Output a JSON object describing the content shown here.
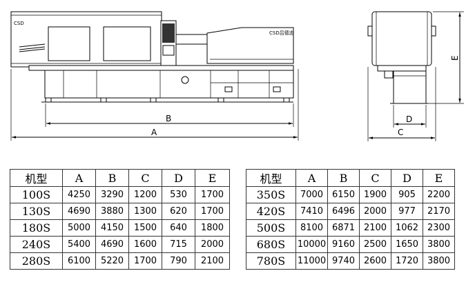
{
  "drawing": {
    "machine_logo": "CSD",
    "injection_unit_logo": "CSD吕德志",
    "dimension_labels": {
      "a": "A",
      "b": "B",
      "c": "C",
      "d": "D",
      "e": "E"
    }
  },
  "spec_table": {
    "headers": [
      "机型",
      "A",
      "B",
      "C",
      "D",
      "E"
    ],
    "left_rows": [
      [
        "100S",
        "4250",
        "3290",
        "1200",
        "530",
        "1700"
      ],
      [
        "130S",
        "4690",
        "3880",
        "1300",
        "620",
        "1700"
      ],
      [
        "180S",
        "5000",
        "4150",
        "1500",
        "640",
        "1800"
      ],
      [
        "240S",
        "5400",
        "4690",
        "1600",
        "715",
        "2000"
      ],
      [
        "280S",
        "6100",
        "5220",
        "1700",
        "790",
        "2100"
      ]
    ],
    "right_rows": [
      [
        "350S",
        "7000",
        "6150",
        "1900",
        "905",
        "2200"
      ],
      [
        "420S",
        "7410",
        "6496",
        "2000",
        "977",
        "2170"
      ],
      [
        "500S",
        "8100",
        "6871",
        "2100",
        "1062",
        "2300"
      ],
      [
        "680S",
        "10000",
        "9160",
        "2500",
        "1650",
        "3800"
      ],
      [
        "780S",
        "11000",
        "9740",
        "2600",
        "1720",
        "3800"
      ]
    ]
  }
}
